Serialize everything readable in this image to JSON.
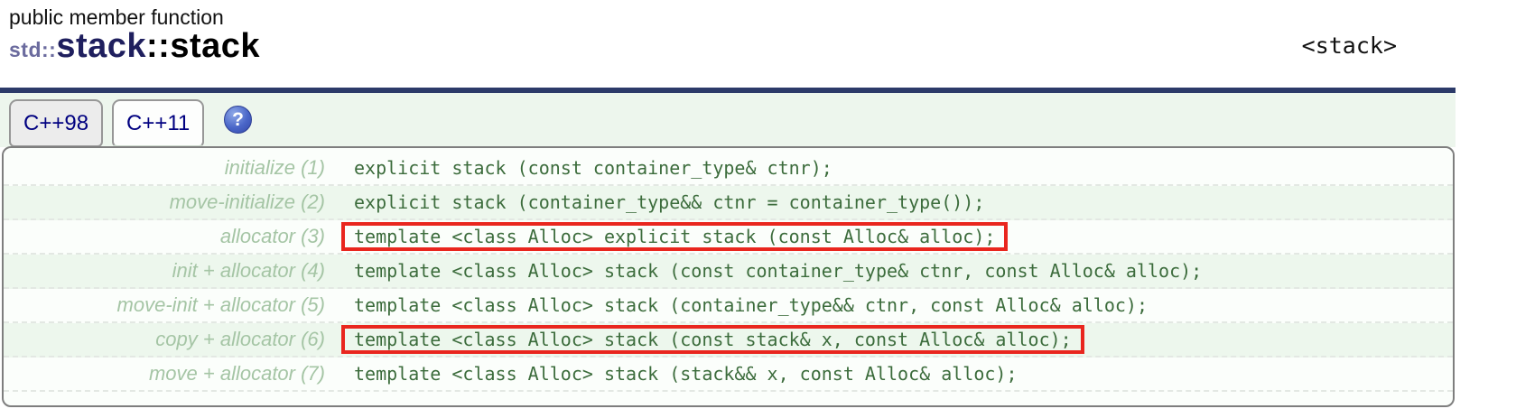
{
  "page": {
    "kicker": "public member function",
    "title": {
      "namespace": "std::",
      "class_name": "stack",
      "member": "::stack"
    },
    "header_file": "<stack>"
  },
  "tabs": [
    {
      "label": "C++98",
      "active": false
    },
    {
      "label": "C++11",
      "active": true
    }
  ],
  "help_icon": {
    "glyph": "?"
  },
  "declarations": {
    "rows": [
      {
        "label": "initialize (1)",
        "code": "explicit stack (const container_type& ctnr);",
        "highlighted": false
      },
      {
        "label": "move-initialize (2)",
        "code": "explicit stack (container_type&& ctnr = container_type());",
        "highlighted": false
      },
      {
        "label": "allocator (3)",
        "code": "template <class Alloc> explicit stack (const Alloc& alloc);",
        "highlighted": true
      },
      {
        "label": "init + allocator (4)",
        "code": "template <class Alloc> stack (const container_type& ctnr, const Alloc& alloc);",
        "highlighted": false
      },
      {
        "label": "move-init + allocator (5)",
        "code": "template <class Alloc> stack (container_type&& ctnr, const Alloc& alloc);",
        "highlighted": false
      },
      {
        "label": "copy + allocator (6)",
        "code": "template <class Alloc> stack (const stack& x, const Alloc& alloc);",
        "highlighted": true
      },
      {
        "label": "move + allocator (7)",
        "code": "template <class Alloc> stack (stack&& x, const Alloc& alloc);",
        "highlighted": false
      }
    ]
  },
  "colors": {
    "navy_rule": "#2c3a69",
    "title_navy": "#1f1f5e",
    "tab_text": "#000080",
    "label_green": "#a5c5a5",
    "code_green": "#3c6c3c",
    "highlight_red": "#e9261e",
    "panel_bg": "#fbfefb",
    "alt_row_bg": "#edf7ed"
  }
}
